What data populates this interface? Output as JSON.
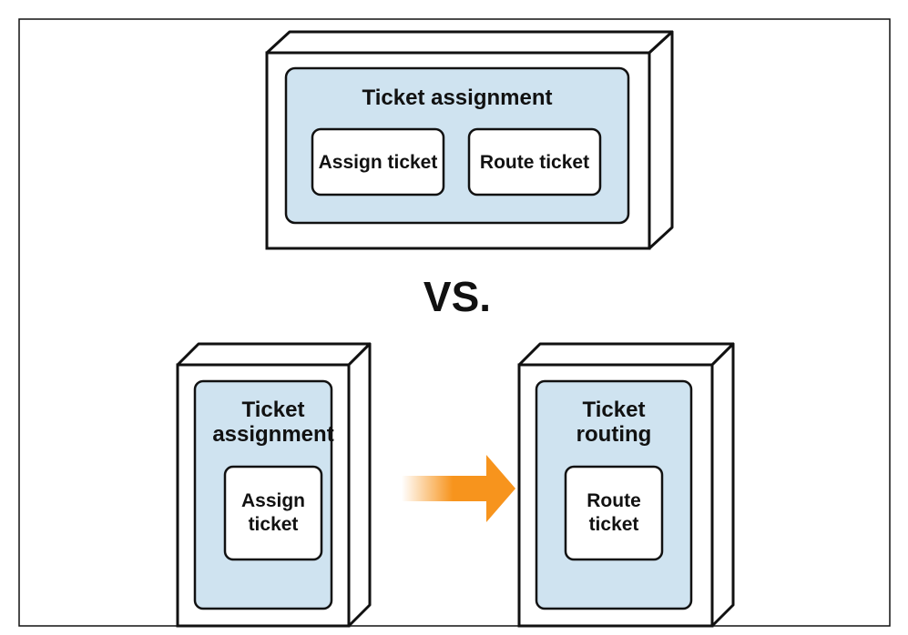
{
  "colors": {
    "outline": "#111111",
    "container_fill": "#cfe3f0",
    "box_fill": "#ffffff",
    "arrow": "#f7941d"
  },
  "top_component": {
    "title": "Ticket assignment",
    "items": [
      "Assign ticket",
      "Route ticket"
    ]
  },
  "separator": "VS.",
  "bottom_left_component": {
    "title_lines": [
      "Ticket",
      "assignment"
    ],
    "item_lines": [
      "Assign",
      "ticket"
    ]
  },
  "bottom_right_component": {
    "title_lines": [
      "Ticket",
      "routing"
    ],
    "item_lines": [
      "Route",
      "ticket"
    ]
  },
  "connector": {
    "type": "arrow",
    "direction": "left-to-right",
    "icon": "arrow-right-icon"
  }
}
